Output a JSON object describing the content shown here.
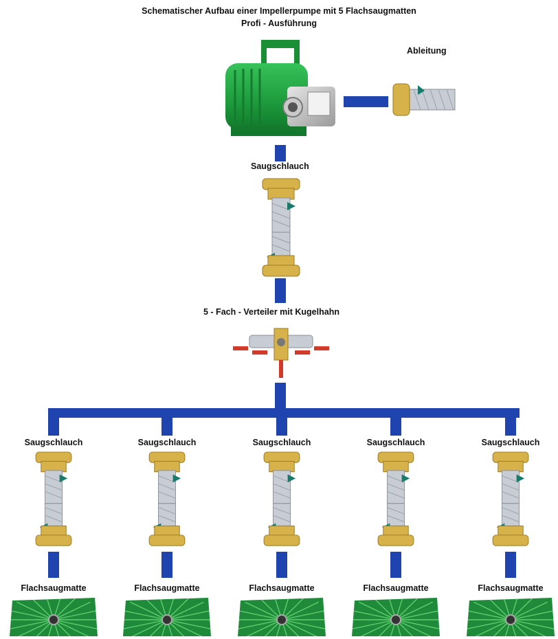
{
  "header": {
    "title_line1": "Schematischer Aufbau einer Impellerpumpe mit 5 Flachsaugmatten",
    "title_line2": "Profi - Ausführung"
  },
  "labels": {
    "outlet": "Ableitung",
    "main_suction_hose": "Saugschlauch",
    "distributor": "5 - Fach - Verteiler mit Kugelhahn"
  },
  "branches": [
    {
      "hose_label": "Saugschlauch",
      "mat_label": "Flachsaugmatte"
    },
    {
      "hose_label": "Saugschlauch",
      "mat_label": "Flachsaugmatte"
    },
    {
      "hose_label": "Saugschlauch",
      "mat_label": "Flachsaugmatte"
    },
    {
      "hose_label": "Saugschlauch",
      "mat_label": "Flachsaugmatte"
    },
    {
      "hose_label": "Saugschlauch",
      "mat_label": "Flachsaugmatte"
    }
  ],
  "colors": {
    "connector": "#1f44b0",
    "pump_green": "#1e9a3c",
    "mat_green": "#1f8a3a",
    "brass": "#d7b14a",
    "valve_red": "#d23a2a"
  }
}
